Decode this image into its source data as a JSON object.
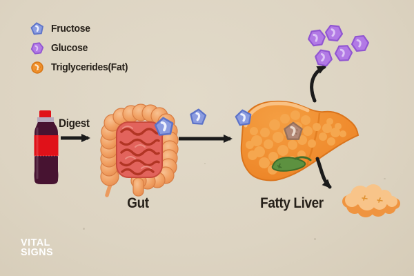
{
  "legend": {
    "items": [
      {
        "label": "Fructose",
        "icon": "fructose-icon",
        "color": "#8b9ce0"
      },
      {
        "label": "Glucose",
        "icon": "glucose-icon",
        "color": "#b27ae5"
      },
      {
        "label": "Triglycerides(Fat)",
        "icon": "triglycerides-icon",
        "color": "#f0912d"
      }
    ]
  },
  "diagram": {
    "digest_label": "Digest",
    "gut_label": "Gut",
    "fatty_liver_label": "Fatty Liver",
    "glucose_molecule_count": 5
  },
  "logo": {
    "line1": "VITAL",
    "line2": "SIGNS"
  },
  "colors": {
    "background": "#ddd4c2",
    "fructose": "#8b9ce0",
    "glucose": "#b27ae5",
    "triglycerides": "#f0912d",
    "liver": "#ef8a2c",
    "intestine_large": "#f1a164",
    "intestine_small": "#e2635c",
    "gallbladder": "#5d9140",
    "soda_label_red": "#e01119",
    "soda_body": "#471331",
    "arrow": "#1b1b1b",
    "text": "#262019",
    "logo_text": "#ffffff"
  }
}
